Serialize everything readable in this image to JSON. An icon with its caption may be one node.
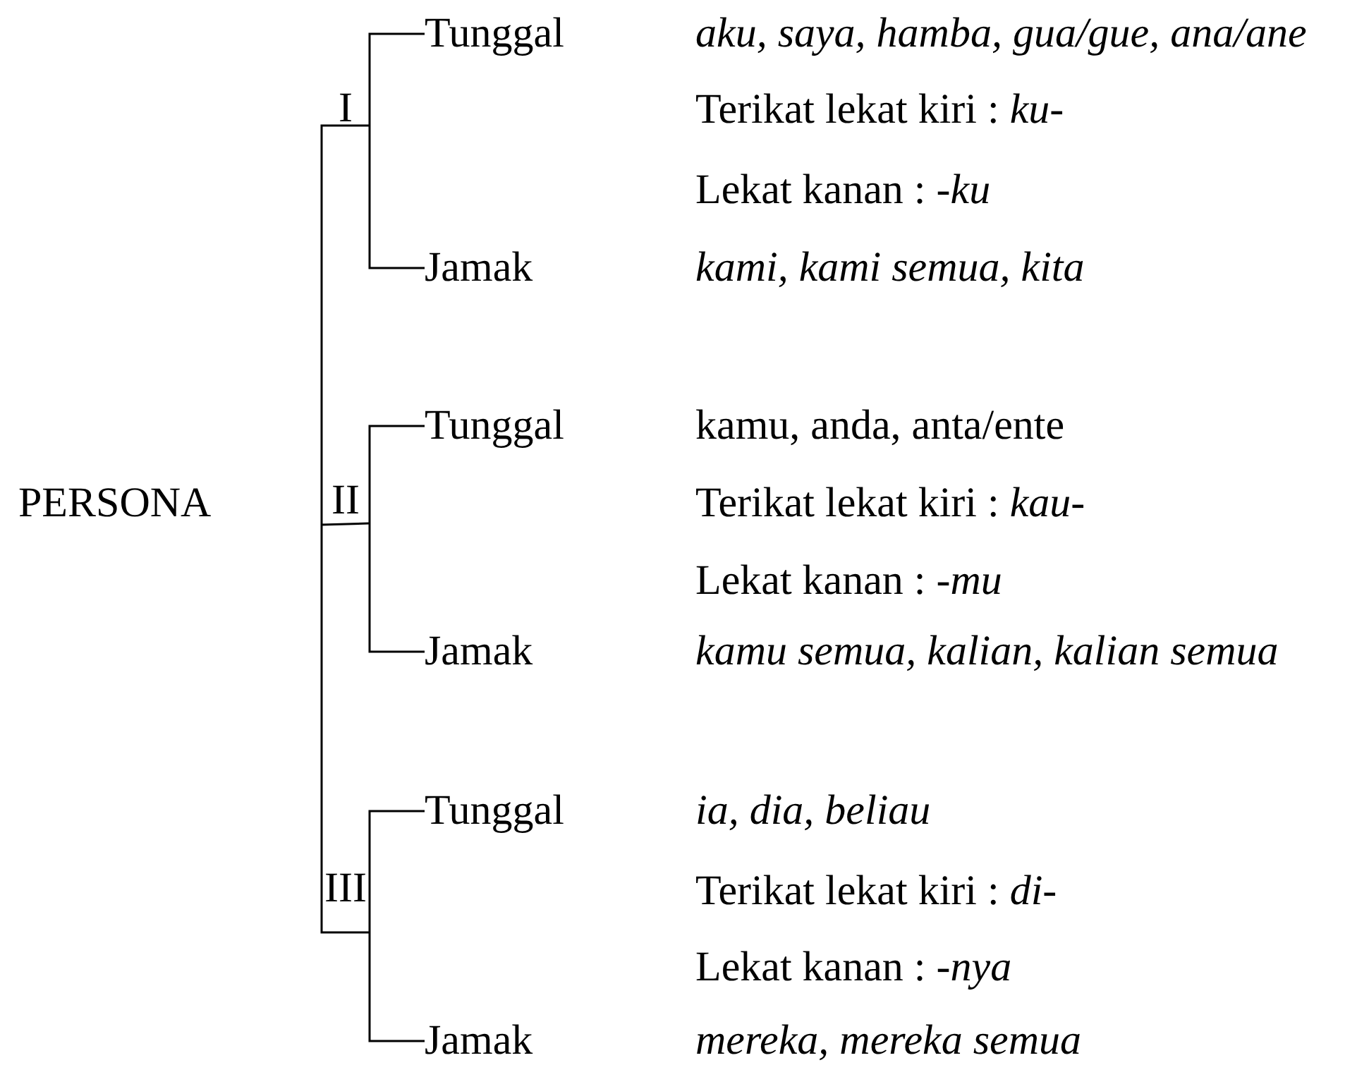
{
  "diagram": {
    "nodes": [
      {
        "text": [
          "I"
        ]
      },
      {
        "text": [
          "Tunggal"
        ],
        "beside": [
          "*aku, saya, hamba, gua/gue, ana/ane*",
          "Terikat lekat kiri : *ku-*",
          "Lekat kanan : *-ku*"
        ]
      },
      {
        "text": [
          "Jamak"
        ],
        "beside": [
          "*kami, kami semua, kita*"
        ]
      },
      {
        "text": [
          "II"
        ]
      },
      {
        "text": [
          "Tunggal"
        ],
        "beside": [
          "kamu, anda, anta/ente",
          "Terikat lekat kiri : *kau-*",
          "Lekat kanan : *-mu*"
        ]
      },
      {
        "text": [
          "Jamak"
        ],
        "beside": [
          "*kamu semua, kalian, kalian semua*"
        ]
      },
      {
        "text": [
          "III"
        ]
      },
      {
        "text": [
          "Tunggal"
        ],
        "beside": [
          "*ia, dia, beliau*",
          "Terikat lekat kiri : *di-*",
          "Lekat kanan : *-nya*"
        ]
      },
      {
        "text": [
          "Jamak"
        ],
        "beside": [
          "*mereka, mereka semua*"
        ]
      }
    ],
    "edges": [
      {
        "from": 0,
        "to": 1,
        "arrow": "none"
      },
      {
        "from": 0,
        "to": 2,
        "arrow": "none"
      },
      {
        "from": 3,
        "to": 4,
        "arrow": "none"
      },
      {
        "from": 3,
        "to": 5,
        "arrow": "none"
      },
      {
        "from": 6,
        "to": 7,
        "arrow": "none"
      },
      {
        "from": 6,
        "to": 8,
        "arrow": "none"
      }
    ],
    "labels": [
      "PERSONA"
    ]
  }
}
